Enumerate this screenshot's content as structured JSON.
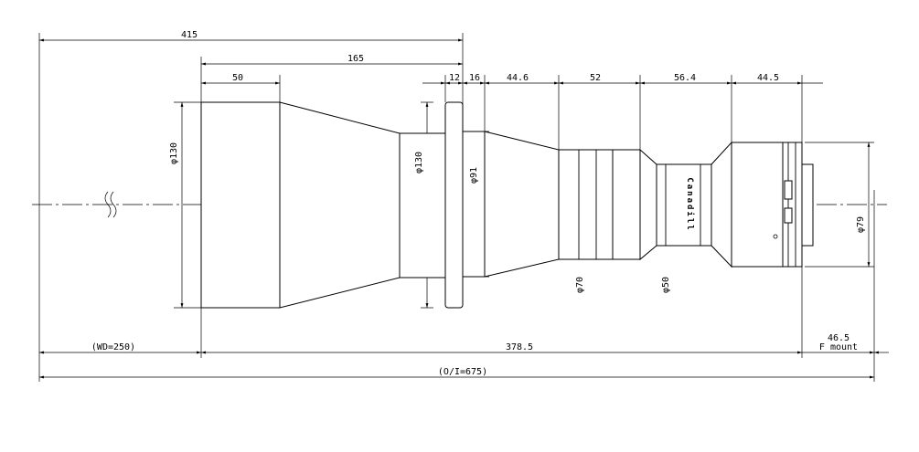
{
  "dimensions": {
    "total_length": "415",
    "front_length": "165",
    "front_barrel": "50",
    "flange": "12",
    "gap": "16",
    "seg_a": "44.6",
    "seg_b": "52",
    "seg_c": "56.4",
    "seg_d": "44.5",
    "wd": "(WD=250)",
    "lens_len": "378.5",
    "mount_val": "46.5",
    "mount_name": "F mount",
    "oi": "(O/I=675)"
  },
  "diameters": {
    "front": "φ130",
    "flange": "φ130",
    "mid": "φ91",
    "ring70": "φ70",
    "ring50": "φ50",
    "rear": "φ79"
  },
  "labels": {
    "brand": "Canadill",
    "mark": "o"
  }
}
